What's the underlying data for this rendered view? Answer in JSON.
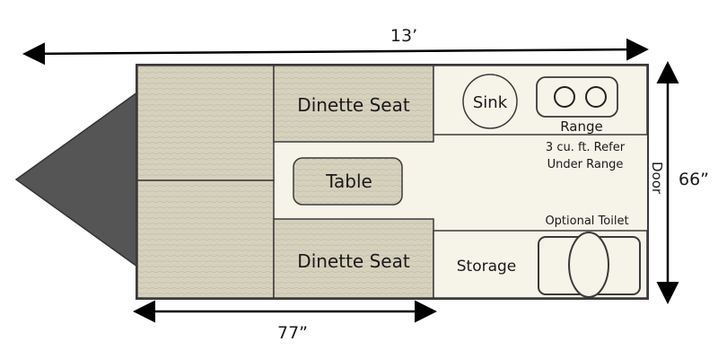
{
  "dimensions": {
    "length": "13’",
    "width": "66”",
    "interior": "77”"
  },
  "labels": {
    "dinette_top": "Dinette Seat",
    "dinette_bottom": "Dinette Seat",
    "table": "Table",
    "sink": "Sink",
    "range": "Range",
    "refer_line1": "3 cu. ft. Refer",
    "refer_line2": "Under Range",
    "door": "Door",
    "optional_toilet": "Optional Toilet",
    "storage": "Storage"
  },
  "colors": {
    "tan": "#d6d1bd",
    "cream": "#f6f3e8",
    "hitch": "#555555",
    "outline": "#3a3a3a"
  }
}
